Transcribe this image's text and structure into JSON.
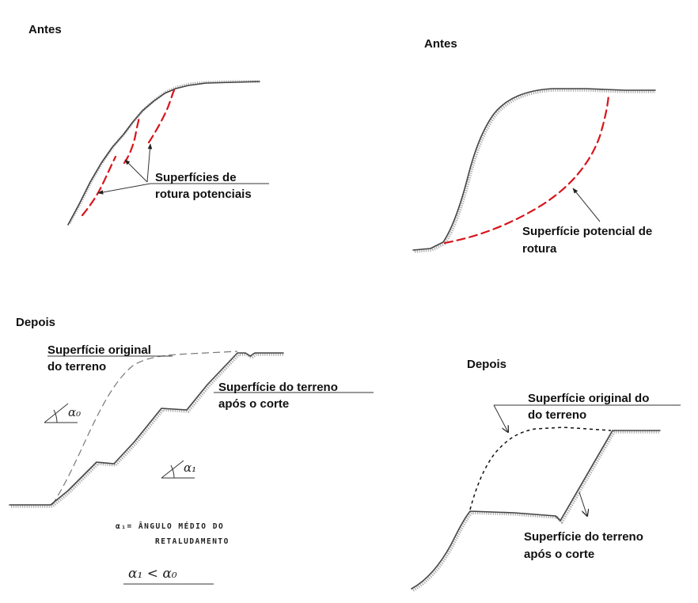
{
  "panel_top_left": {
    "title": "Antes",
    "label_line1": "Superfícies de",
    "label_line2": "rotura potenciais"
  },
  "panel_top_right": {
    "title": "Antes",
    "label_line1": "Superfície potencial de",
    "label_line2": "rotura"
  },
  "panel_bottom_left": {
    "title": "Depois",
    "original_line1": "Superfície original",
    "original_line2": "do terreno",
    "cut_line1": "Superfície do terreno",
    "cut_line2": "após o corte",
    "angle0": "α₀",
    "angle1": "α₁",
    "note_line1": "α₁= ÂNGULO MÉDIO DO",
    "note_line2": "RETALUDAMENTO",
    "inequality": "α₁ < α₀"
  },
  "panel_bottom_right": {
    "title": "Depois",
    "original_line1": "Superfície original do",
    "original_line2": "do terreno",
    "cut_line1": "Superfície do terreno",
    "cut_line2": "após o corte"
  },
  "colors": {
    "failure_surface": "#d8141b",
    "ground": "#444444"
  }
}
